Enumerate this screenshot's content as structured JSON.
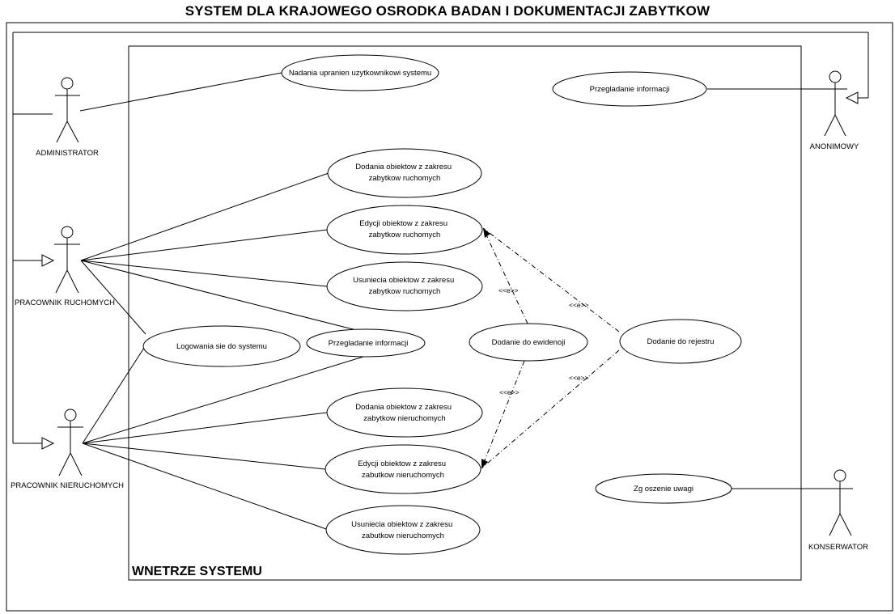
{
  "title": "SYSTEM  DLA KRAJOWEGO OSRODKA BADAN I DOKUMENTACJI ZABYTKOW",
  "system_boundary_label": "WNETRZE SYSTEMU",
  "actors": {
    "administrator": "ADMINISTRATOR",
    "anonimowy": "ANONIMOWY",
    "pracownik_ruchomych": "PRACOWNIK RUCHOMYCH",
    "pracownik_nieruchomych": "PRACOWNIK NIERUCHOMYCH",
    "konserwator": "KONSERWATOR"
  },
  "use_cases": {
    "nadania": [
      "Nadania upranien uzytkownikowi systemu"
    ],
    "przegladanie_anon": [
      "Przegladanie informacji"
    ],
    "dodania_ruch": [
      "Dodania obiektow z zakresu",
      "zabytkow ruchomych"
    ],
    "edycji_ruch": [
      "Edycji obiektow z zakresu",
      "zabytkow ruchomych"
    ],
    "usuniecia_ruch": [
      "Usuniecia obiektow z zakresu",
      "zabytkow ruchomych"
    ],
    "logowania": [
      "Logowania sie do systemu"
    ],
    "przegladanie": [
      "Przegladanie informacji"
    ],
    "ewidencja": [
      "Dodanie do ewidenoji"
    ],
    "rejestr": [
      "Dodanie do rejestru"
    ],
    "dodania_nieruch": [
      "Dodania obiektow z zakresu",
      "zabytkow nieruchomych"
    ],
    "edycji_nieruch": [
      "Edycji obiektow z zakresu",
      "zabutkow nieruchomych"
    ],
    "usuniecia_nieruch": [
      "Usuniecia obiektow z zakresu",
      "zabutkow nieruchomych"
    ],
    "zgloszenie": [
      "Zg oszenie uwagi"
    ]
  },
  "stereotypes": {
    "ewid_to_edycji_ruch": "<<e>>",
    "rejestr_to_edycji_ruch": "<<e>>",
    "ewid_to_edycji_nieruch": "<<e>>",
    "rejestr_to_edycji_nieruch": "<<e>>"
  }
}
